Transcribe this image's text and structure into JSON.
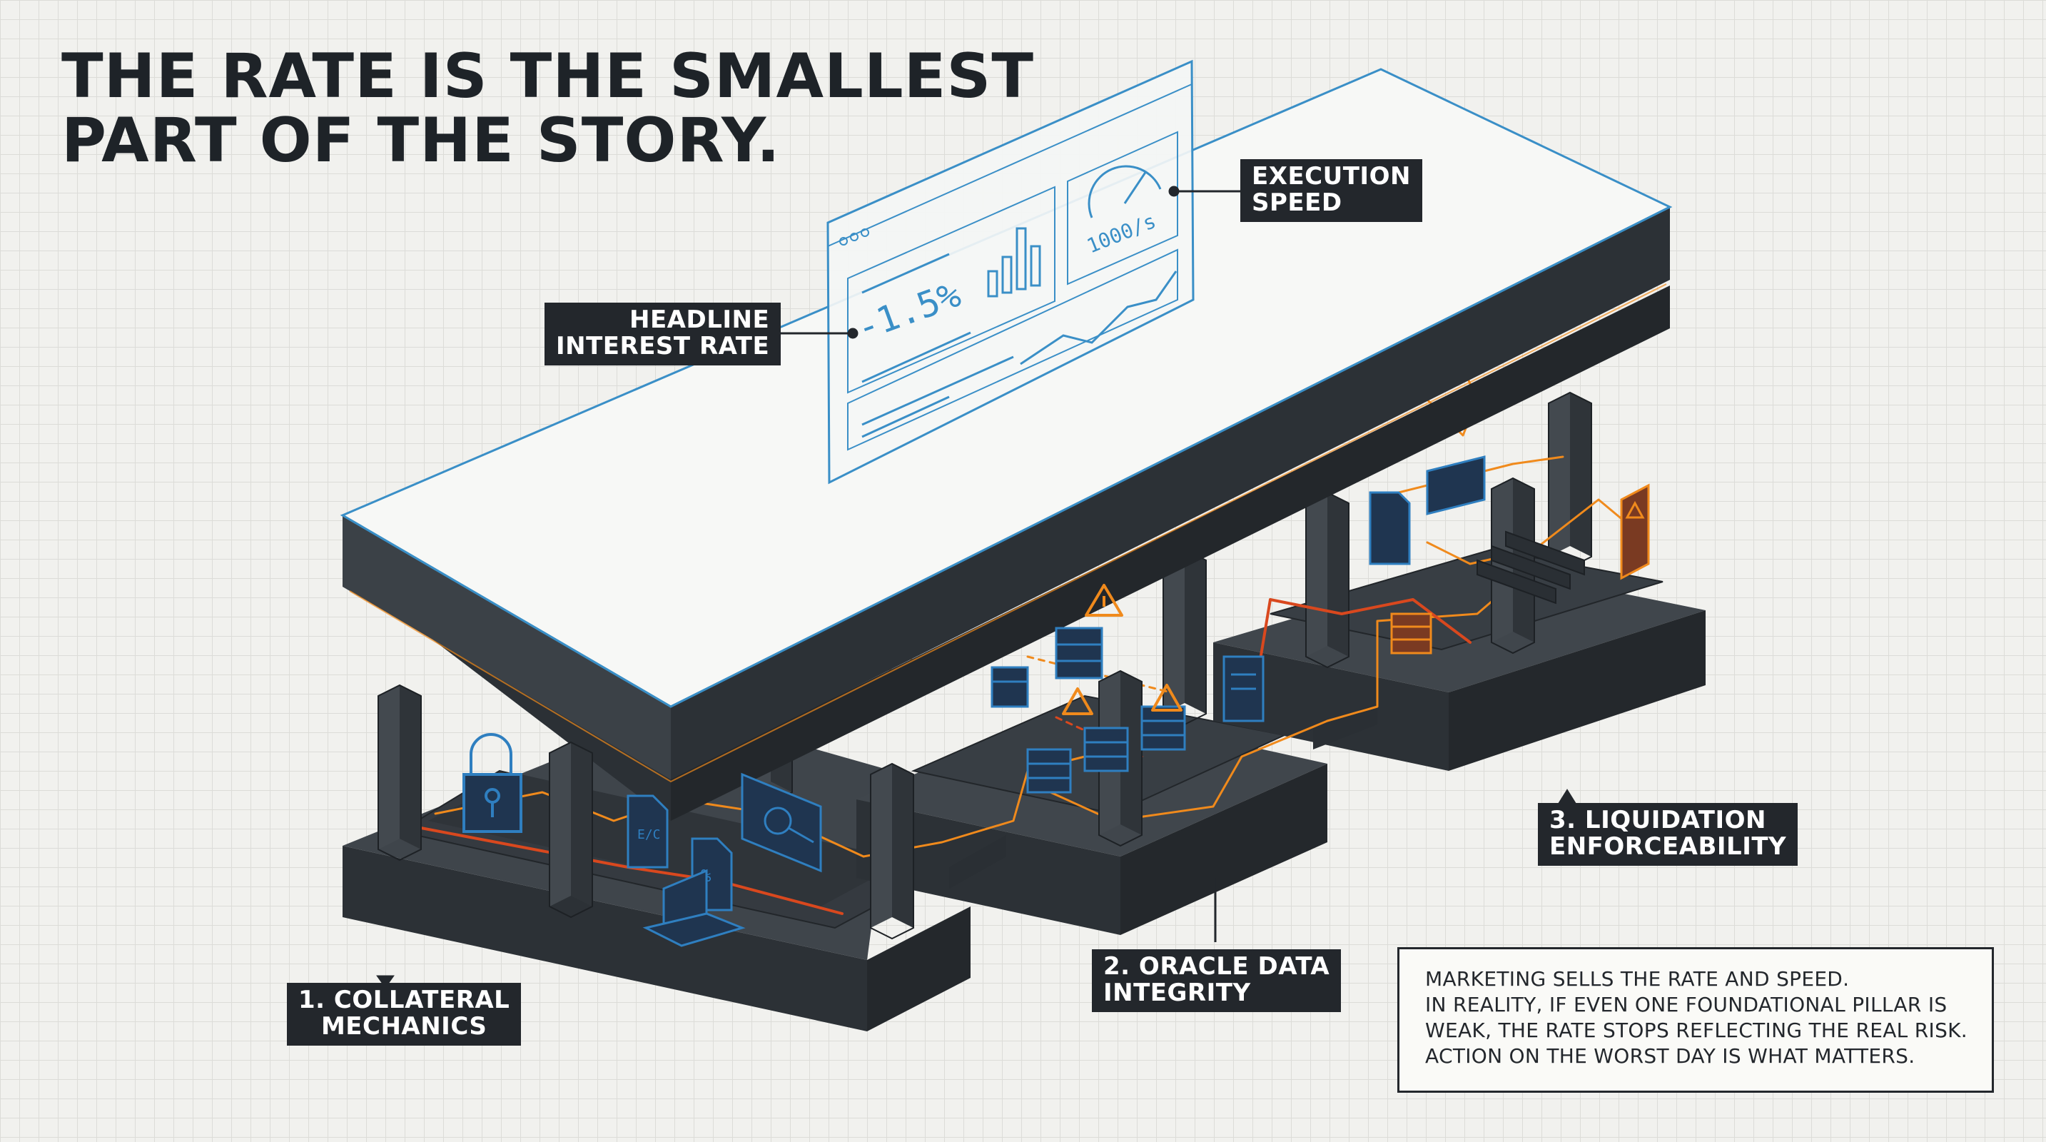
{
  "title": {
    "line1": "THE RATE IS THE SMALLEST",
    "line2": "PART OF THE STORY."
  },
  "dashboard": {
    "rate_value": "-1.5%",
    "gauge_value": "1000/s"
  },
  "callouts": {
    "headline_rate": {
      "line1": "HEADLINE",
      "line2": "INTEREST RATE"
    },
    "execution_speed": {
      "line1": "EXECUTION",
      "line2": "SPEED"
    },
    "collateral": {
      "line1": "1. COLLATERAL",
      "line2": "MECHANICS"
    },
    "oracle": {
      "line1": "2. ORACLE DATA",
      "line2": "INTEGRITY"
    },
    "liquidation": {
      "line1": "3. LIQUIDATION",
      "line2": "ENFORCEABILITY"
    }
  },
  "note": {
    "line1": "MARKETING SELLS THE RATE AND SPEED.",
    "line2": "IN REALITY, IF EVEN ONE FOUNDATIONAL PILLAR IS",
    "line3": "WEAK, THE RATE STOPS REFLECTING THE REAL RISK.",
    "line4": "ACTION ON THE WORST DAY IS WHAT MATTERS."
  },
  "colors": {
    "background": "#f1f1ee",
    "grid": "#dcdcd8",
    "structure_dark": "#2e3338",
    "structure_side": "#3c4248",
    "structure_top": "#4a5057",
    "slab_top": "#f7f8f6",
    "blueprint_blue": "#3a8fc7",
    "icon_blue": "#2f7fc0",
    "wire_orange": "#f08a1c",
    "wire_red": "#d9481e",
    "label_bg": "#23272c"
  },
  "icons": [
    "lock-icon",
    "document-icon",
    "percent-document-icon",
    "key-icon",
    "laptop-icon",
    "database-icon",
    "server-icon",
    "warning-icon",
    "stairs-icon",
    "alert-panel-icon",
    "gauge-icon",
    "bar-chart-icon"
  ]
}
